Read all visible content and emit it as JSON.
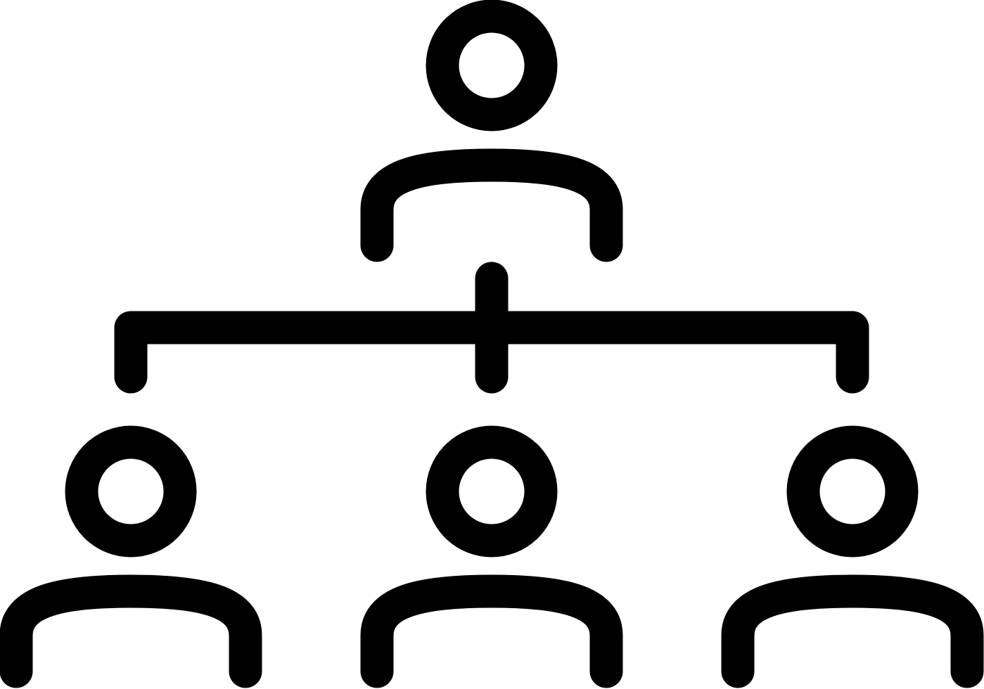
{
  "diagram": {
    "type": "org-chart-icon",
    "colors": {
      "stroke": "#000000",
      "background": "#ffffff"
    },
    "nodes": [
      {
        "id": "top",
        "icon": "person-icon",
        "level": 0
      },
      {
        "id": "left",
        "icon": "person-icon",
        "level": 1
      },
      {
        "id": "center",
        "icon": "person-icon",
        "level": 1
      },
      {
        "id": "right",
        "icon": "person-icon",
        "level": 1
      }
    ],
    "edges": [
      {
        "from": "top",
        "to": "left"
      },
      {
        "from": "top",
        "to": "center"
      },
      {
        "from": "top",
        "to": "right"
      }
    ]
  }
}
